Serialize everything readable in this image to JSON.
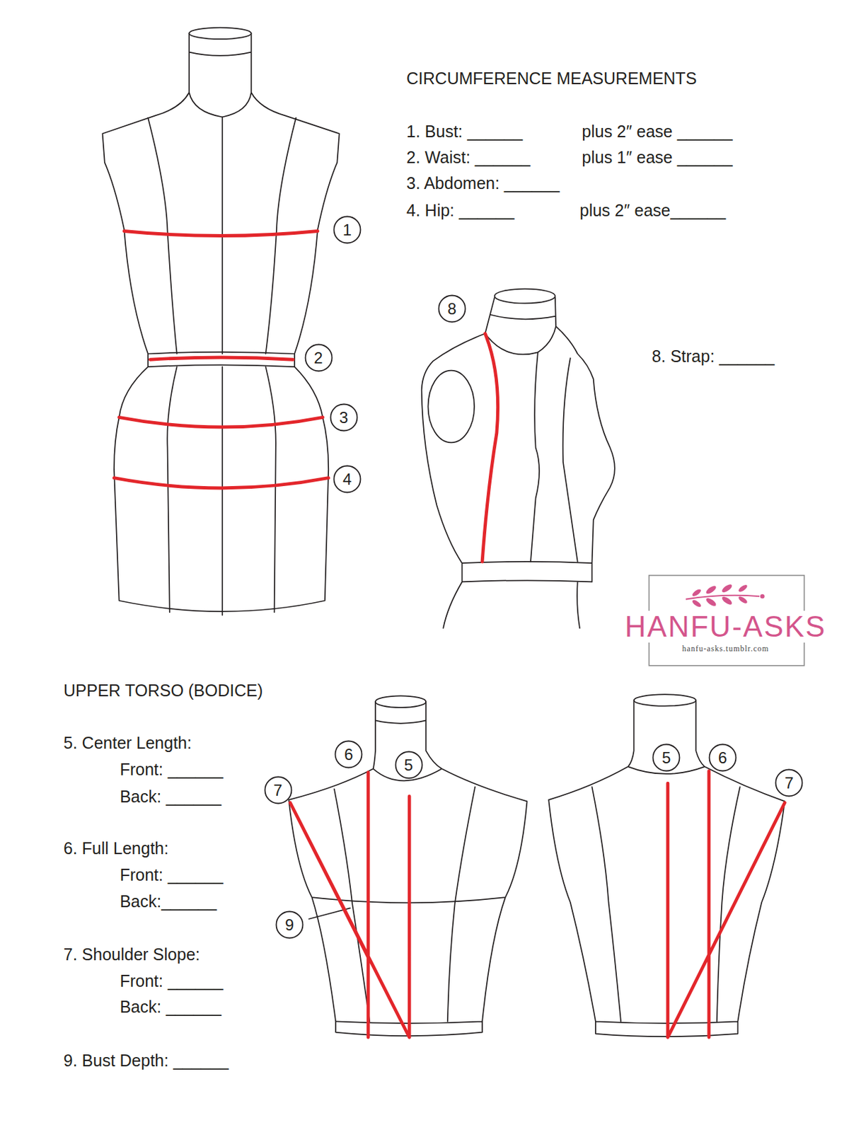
{
  "diagram": {
    "nodes": [
      {
        "text": [
          "1"
        ]
      },
      {
        "text": [
          "2"
        ]
      },
      {
        "text": [
          "3"
        ]
      },
      {
        "text": [
          "4"
        ]
      },
      {
        "text": [
          "8"
        ]
      },
      {
        "text": [
          "HANFU-ASKS",
          "hanfu-asks.tumblr.com"
        ]
      },
      {
        "text": [
          "6"
        ]
      },
      {
        "text": [
          "5"
        ]
      },
      {
        "text": [
          "7"
        ]
      },
      {
        "text": [
          "9"
        ]
      },
      {
        "text": [
          "5"
        ]
      },
      {
        "text": [
          "6"
        ]
      },
      {
        "text": [
          "7"
        ]
      }
    ],
    "labels": [
      "CIRCUMFERENCE MEASUREMENTS",
      "1. Bust: ______",
      "plus 2″ ease ______",
      "2. Waist: ______",
      "plus 1″ ease ______",
      "3. Abdomen: ______",
      "4. Hip: ______",
      "plus 2″ ease______",
      "8. Strap: ______",
      "UPPER TORSO (BODICE)",
      "5. Center Length:",
      "Front: ______",
      "Back: ______",
      "6. Full Length:",
      "Front: ______",
      "Back:______",
      "7. Shoulder Slope:",
      "Front: ______",
      "Back: ______",
      "9. Bust Depth: ______"
    ]
  }
}
